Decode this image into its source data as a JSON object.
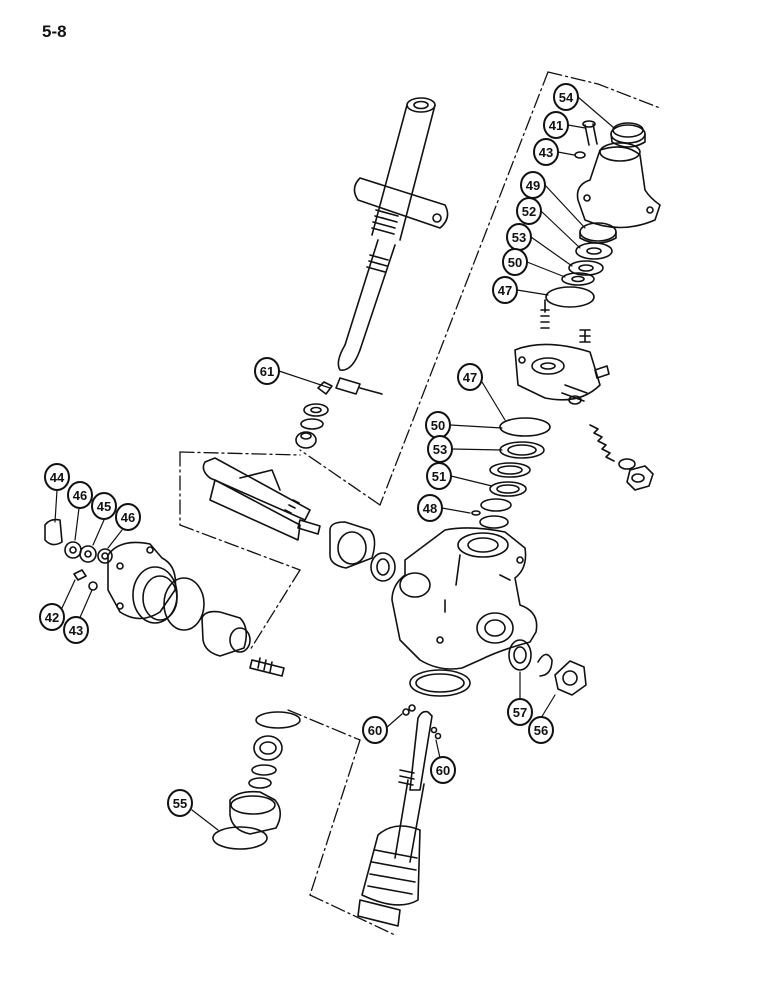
{
  "page": {
    "number": "5-8"
  },
  "callouts": [
    {
      "id": "c54",
      "label": "54"
    },
    {
      "id": "c41",
      "label": "41"
    },
    {
      "id": "c43a",
      "label": "43"
    },
    {
      "id": "c49",
      "label": "49"
    },
    {
      "id": "c52",
      "label": "52"
    },
    {
      "id": "c53a",
      "label": "53"
    },
    {
      "id": "c50a",
      "label": "50"
    },
    {
      "id": "c47a",
      "label": "47"
    },
    {
      "id": "c61",
      "label": "61"
    },
    {
      "id": "c47b",
      "label": "47"
    },
    {
      "id": "c50b",
      "label": "50"
    },
    {
      "id": "c53b",
      "label": "53"
    },
    {
      "id": "c51",
      "label": "51"
    },
    {
      "id": "c48",
      "label": "48"
    },
    {
      "id": "c44",
      "label": "44"
    },
    {
      "id": "c46a",
      "label": "46"
    },
    {
      "id": "c45",
      "label": "45"
    },
    {
      "id": "c46b",
      "label": "46"
    },
    {
      "id": "c42",
      "label": "42"
    },
    {
      "id": "c43b",
      "label": "43"
    },
    {
      "id": "c57",
      "label": "57"
    },
    {
      "id": "c56",
      "label": "56"
    },
    {
      "id": "c60a",
      "label": "60"
    },
    {
      "id": "c60b",
      "label": "60"
    },
    {
      "id": "c55",
      "label": "55"
    }
  ]
}
